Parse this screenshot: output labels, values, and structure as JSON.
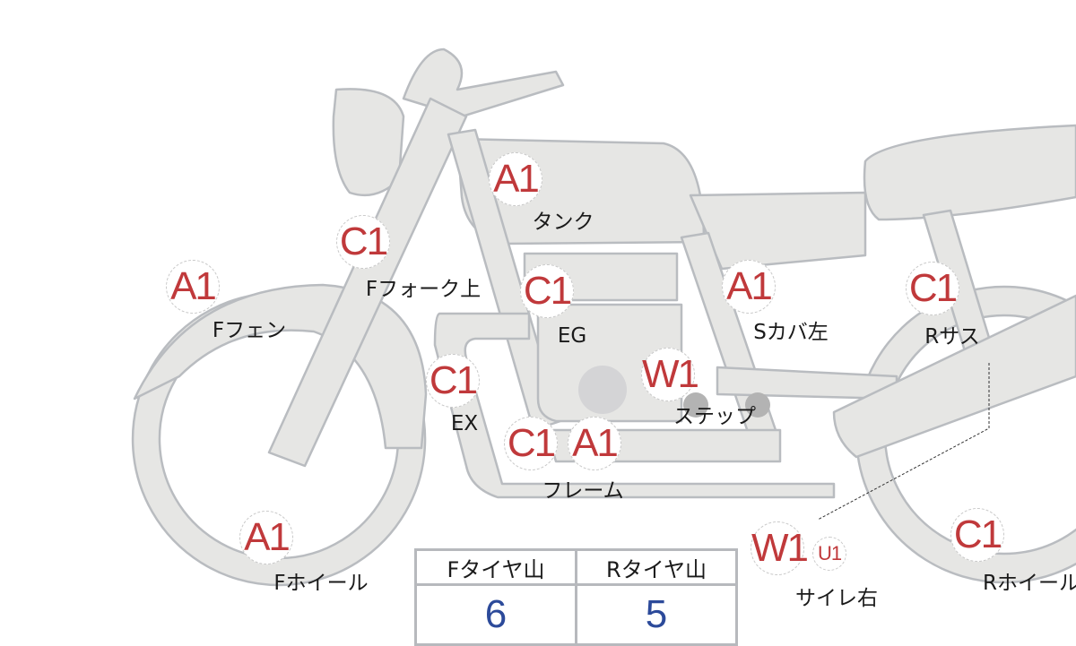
{
  "colors": {
    "badge_text": "#c0393b",
    "tread_value": "#2c4a9a",
    "body_fill": "#e6e6e4",
    "body_stroke": "#b9bcc0"
  },
  "badges": [
    {
      "code": "A1",
      "part": "タンク"
    },
    {
      "code": "C1",
      "part": "Fフォーク上"
    },
    {
      "code": "A1",
      "part": "Fフェン"
    },
    {
      "code": "C1",
      "part": "EG"
    },
    {
      "code": "A1",
      "part": "Sカバ左"
    },
    {
      "code": "C1",
      "part": "Rサス"
    },
    {
      "code": "C1",
      "part": "EX"
    },
    {
      "code": "W1",
      "part": "ステップ"
    },
    {
      "code": "C1",
      "part": "フレーム"
    },
    {
      "code": "A1",
      "part": "フレーム"
    },
    {
      "code": "A1",
      "part": "Fホイール"
    },
    {
      "code": "W1",
      "part": "サイレ右"
    },
    {
      "code": "U1",
      "part": "サイレ右"
    },
    {
      "code": "C1",
      "part": "Rホイール"
    }
  ],
  "labels": {
    "tank": "タンク",
    "ffork": "Fフォーク上",
    "ffender": "Fフェン",
    "eg": "EG",
    "scover": "Sカバ左",
    "rsus": "Rサス",
    "step": "ステップ",
    "ex": "EX",
    "frame": "フレーム",
    "fwheel": "Fホイール",
    "silencer": "サイレ右",
    "rwheel": "Rホイール"
  },
  "tire_table": {
    "headers": [
      "Fタイヤ山",
      "Rタイヤ山"
    ],
    "values": [
      "6",
      "5"
    ]
  }
}
